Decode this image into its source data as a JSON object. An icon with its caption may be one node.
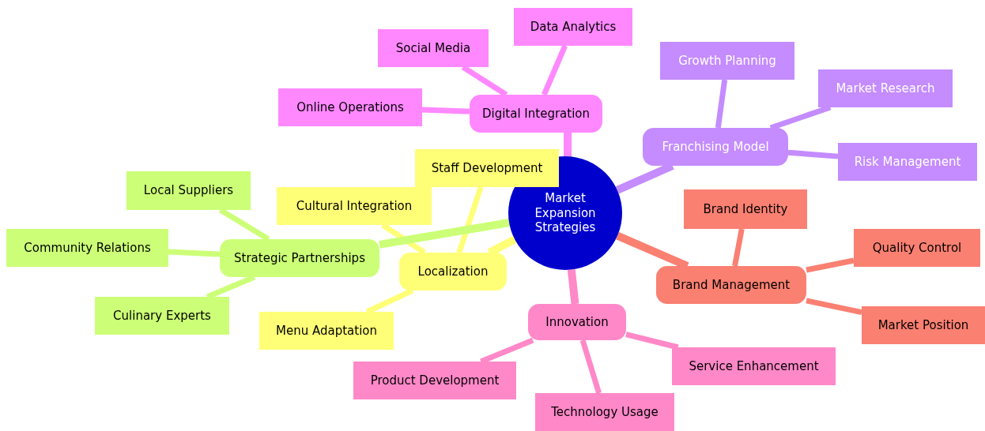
{
  "diagram": {
    "nodes": [
      {
        "text": [
          "Market Expansion Strategies"
        ]
      },
      {
        "text": [
          "Digital Integration"
        ]
      },
      {
        "text": [
          "Data Analytics"
        ]
      },
      {
        "text": [
          "Social Media"
        ]
      },
      {
        "text": [
          "Online Operations"
        ]
      },
      {
        "text": [
          "Franchising Model"
        ]
      },
      {
        "text": [
          "Growth Planning"
        ]
      },
      {
        "text": [
          "Market Research"
        ]
      },
      {
        "text": [
          "Risk Management"
        ]
      },
      {
        "text": [
          "Brand Management"
        ]
      },
      {
        "text": [
          "Brand Identity"
        ]
      },
      {
        "text": [
          "Quality Control"
        ]
      },
      {
        "text": [
          "Market Position"
        ]
      },
      {
        "text": [
          "Innovation"
        ]
      },
      {
        "text": [
          "Product Development"
        ]
      },
      {
        "text": [
          "Technology Usage"
        ]
      },
      {
        "text": [
          "Service Enhancement"
        ]
      },
      {
        "text": [
          "Localization"
        ]
      },
      {
        "text": [
          "Staff Development"
        ]
      },
      {
        "text": [
          "Cultural Integration"
        ]
      },
      {
        "text": [
          "Menu Adaptation"
        ]
      },
      {
        "text": [
          "Strategic Partnerships"
        ]
      },
      {
        "text": [
          "Local Suppliers"
        ]
      },
      {
        "text": [
          "Community Relations"
        ]
      },
      {
        "text": [
          "Culinary Experts"
        ]
      }
    ],
    "edges": [
      {
        "from": 0,
        "to": 1,
        "arrow": "none",
        "color": "#ff88ff"
      },
      {
        "from": 1,
        "to": 2,
        "arrow": "none",
        "color": "#ff88ff"
      },
      {
        "from": 1,
        "to": 3,
        "arrow": "none",
        "color": "#ff88ff"
      },
      {
        "from": 1,
        "to": 4,
        "arrow": "none",
        "color": "#ff88ff"
      },
      {
        "from": 0,
        "to": 5,
        "arrow": "none",
        "color": "#c48cff"
      },
      {
        "from": 5,
        "to": 6,
        "arrow": "none",
        "color": "#c48cff"
      },
      {
        "from": 5,
        "to": 7,
        "arrow": "none",
        "color": "#c48cff"
      },
      {
        "from": 5,
        "to": 8,
        "arrow": "none",
        "color": "#c48cff"
      },
      {
        "from": 0,
        "to": 9,
        "arrow": "none",
        "color": "#fa8072"
      },
      {
        "from": 9,
        "to": 10,
        "arrow": "none",
        "color": "#fa8072"
      },
      {
        "from": 9,
        "to": 11,
        "arrow": "none",
        "color": "#fa8072"
      },
      {
        "from": 9,
        "to": 12,
        "arrow": "none",
        "color": "#fa8072"
      },
      {
        "from": 0,
        "to": 13,
        "arrow": "none",
        "color": "#ff88c8"
      },
      {
        "from": 13,
        "to": 14,
        "arrow": "none",
        "color": "#ff88c8"
      },
      {
        "from": 13,
        "to": 15,
        "arrow": "none",
        "color": "#ff88c8"
      },
      {
        "from": 13,
        "to": 16,
        "arrow": "none",
        "color": "#ff88c8"
      },
      {
        "from": 0,
        "to": 17,
        "arrow": "none",
        "color": "#ffff77"
      },
      {
        "from": 17,
        "to": 18,
        "arrow": "none",
        "color": "#ffff77"
      },
      {
        "from": 17,
        "to": 19,
        "arrow": "none",
        "color": "#ffff77"
      },
      {
        "from": 17,
        "to": 20,
        "arrow": "none",
        "color": "#ffff77"
      },
      {
        "from": 0,
        "to": 21,
        "arrow": "none",
        "color": "#ccff77"
      },
      {
        "from": 21,
        "to": 22,
        "arrow": "none",
        "color": "#ccff77"
      },
      {
        "from": 21,
        "to": 23,
        "arrow": "none",
        "color": "#ccff77"
      },
      {
        "from": 21,
        "to": 24,
        "arrow": "none",
        "color": "#ccff77"
      }
    ]
  }
}
